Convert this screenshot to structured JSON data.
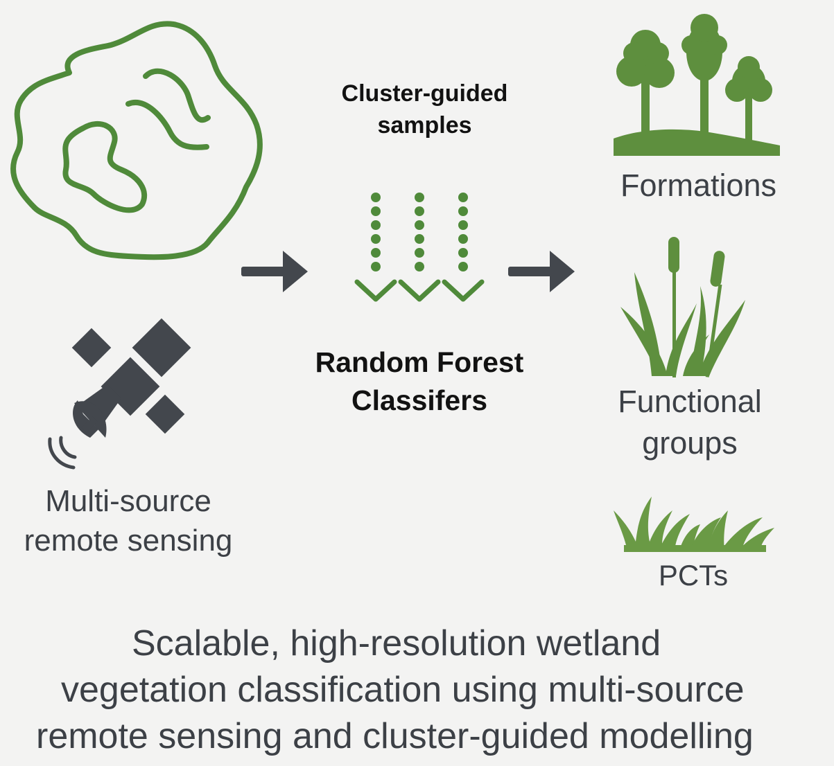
{
  "colors": {
    "background": "#f3f3f2",
    "vegetation_green": "#4f8a3a",
    "plant_green": "#6a9a45",
    "dark_gray": "#43474d"
  },
  "inputs": {
    "wetland_area_icon": "wetland-outline-icon",
    "satellite_icon": "satellite-icon",
    "remote_sensing_label": "Multi-source remote sensing"
  },
  "process": {
    "samples_label": "Cluster-guided samples",
    "samples_icon": "dotted-arrows-icon",
    "classifier_label_line1": "Random Forest",
    "classifier_label_line2": "Classifers"
  },
  "outputs": {
    "formations": {
      "label": "Formations",
      "icon": "trees-icon"
    },
    "functional_groups": {
      "label_line1": "Functional",
      "label_line2": "groups",
      "icon": "cattails-icon"
    },
    "pcts": {
      "label": "PCTs",
      "icon": "grass-icon"
    }
  },
  "ms_label": {
    "line1": "Multi-source",
    "line2": "remote sensing"
  },
  "cluster_label": {
    "line1": "Cluster-guided",
    "line2": "samples"
  },
  "caption": {
    "line1": "Scalable, high-resolution wetland",
    "line2": "vegetation classification using multi-source",
    "line3": "remote sensing and cluster-guided modelling"
  }
}
